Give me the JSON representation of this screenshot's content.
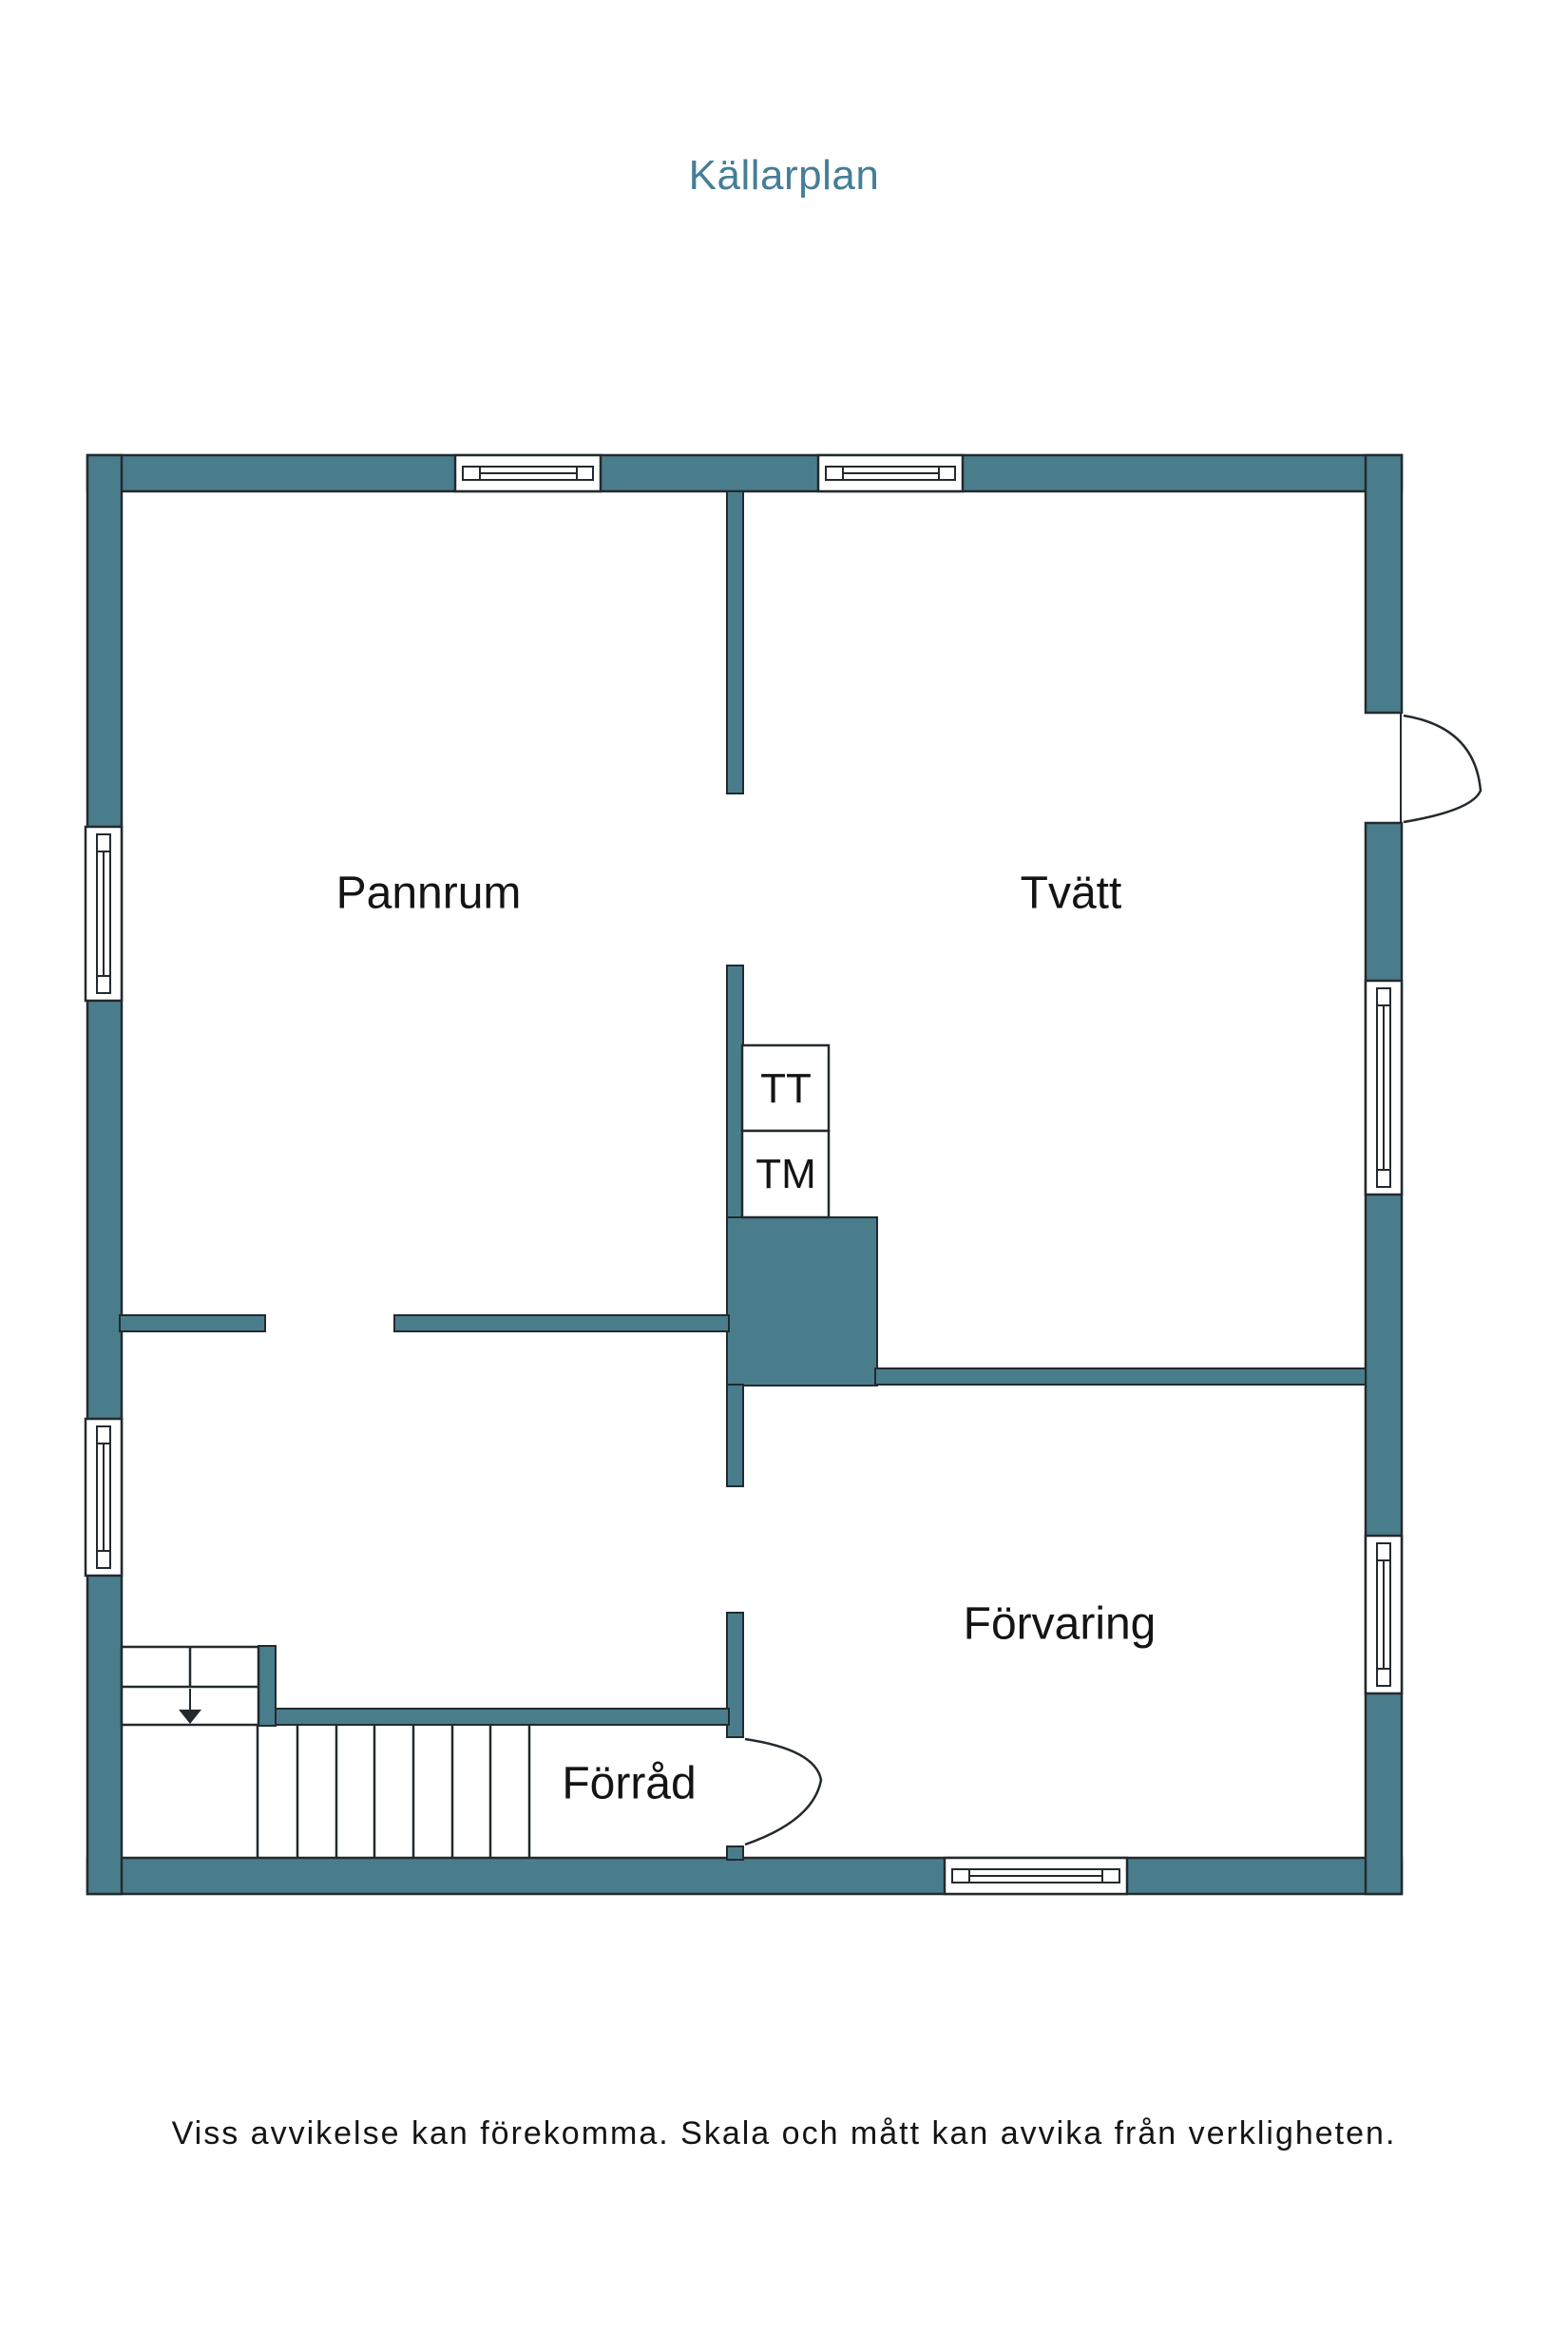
{
  "page": {
    "title": "Källarplan",
    "footer": "Viss avvikelse kan förekomma. Skala och mått kan avvika från verkligheten."
  },
  "rooms": {
    "pannrum": {
      "label": "Pannrum"
    },
    "tvatt": {
      "label": "Tvätt"
    },
    "forvaring": {
      "label": "Förvaring"
    },
    "forrad": {
      "label": "Förråd"
    }
  },
  "appliances": {
    "tt": {
      "label": "TT"
    },
    "tm": {
      "label": "TM"
    }
  },
  "symbols": {
    "door": "door-swing-arc",
    "window": "window-sash",
    "stairs": "staircase-with-down-arrow"
  },
  "colors": {
    "wall": "#4a7d8c",
    "line": "#232a2e",
    "title": "#457e97",
    "text": "#141414",
    "background": "#ffffff"
  }
}
